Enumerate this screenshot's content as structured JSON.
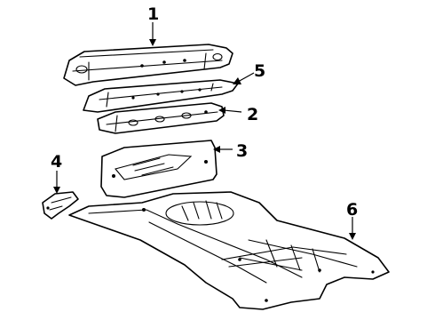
{
  "diagram": {
    "callouts": [
      {
        "id": "c1",
        "text": "1"
      },
      {
        "id": "c2",
        "text": "2"
      },
      {
        "id": "c3",
        "text": "3"
      },
      {
        "id": "c4",
        "text": "4"
      },
      {
        "id": "c5",
        "text": "5"
      },
      {
        "id": "c6",
        "text": "6"
      }
    ],
    "colors": {
      "ink": "#000000",
      "background": "#ffffff"
    }
  }
}
